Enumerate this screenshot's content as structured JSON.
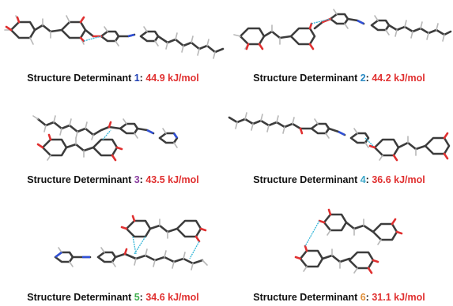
{
  "determinants": [
    {
      "label": "Structure Determinant ",
      "number": "1",
      "energy": "44.9 kJ/mol",
      "number_color": "#1f3fb4"
    },
    {
      "label": "Structure Determinant ",
      "number": "2",
      "energy": "44.2 kJ/mol",
      "number_color": "#2a8ac4"
    },
    {
      "label": "Structure Determinant ",
      "number": "3",
      "energy": "43.5 kJ/mol",
      "number_color": "#8a3ea0"
    },
    {
      "label": "Structure Determinant ",
      "number": "4",
      "energy": "36.6 kJ/mol",
      "number_color": "#3aa6c8"
    },
    {
      "label": "Structure Determinant ",
      "number": "5",
      "energy": "34.6 kJ/mol",
      "number_color": "#3fae4f"
    },
    {
      "label": "Structure Determinant ",
      "number": "6",
      "energy": "31.1 kJ/mol",
      "number_color": "#e0903a"
    }
  ],
  "colors": {
    "carbon": "#3c3c3c",
    "hydrogen": "#b8b8b8",
    "oxygen": "#e03030",
    "nitrogen": "#3050d8",
    "hbond": "#33b6d8",
    "energy": "#e03030"
  }
}
